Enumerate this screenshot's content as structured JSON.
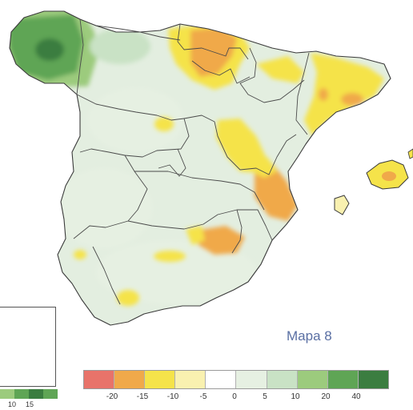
{
  "map_title": "Mapa 8",
  "legend": {
    "ticks": [
      "-20",
      "-15",
      "-10",
      "-5",
      "0",
      "5",
      "10",
      "20",
      "40"
    ],
    "colors": [
      "#e8736a",
      "#f0a94a",
      "#f5e34a",
      "#f9f1b0",
      "#ffffff",
      "#e6f0e2",
      "#c9e2c5",
      "#9ccb7d",
      "#5fa555",
      "#3b7d40"
    ]
  },
  "inset_legend": {
    "ticks": [
      "10",
      "15"
    ],
    "colors": [
      "#9ccb7d",
      "#5fa555",
      "#3b7d40",
      "#5fa555"
    ]
  },
  "colors": {
    "land": "#e3eee0",
    "border": "#3a3a3a",
    "title": "#5a6fa3"
  }
}
